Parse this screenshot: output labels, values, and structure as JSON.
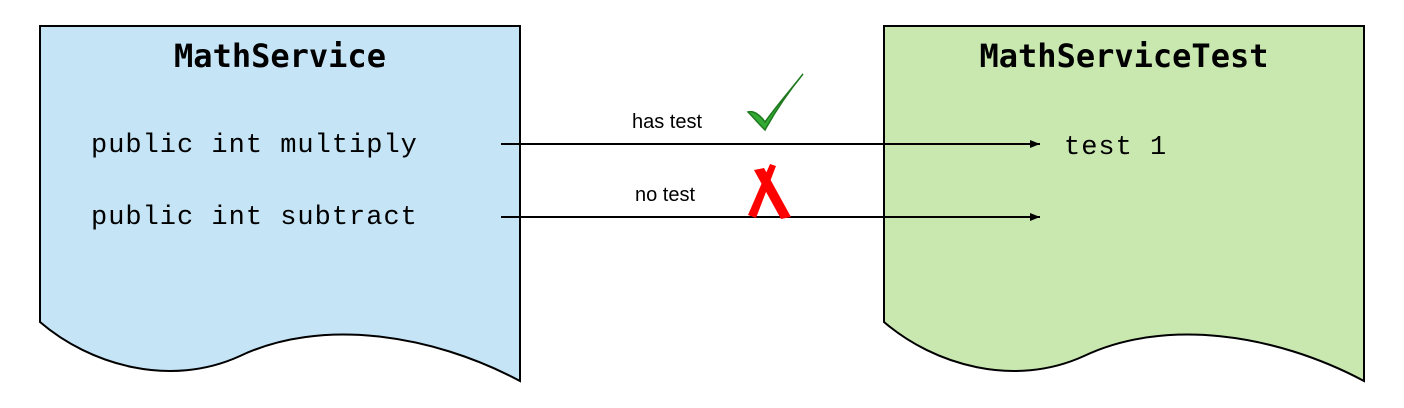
{
  "source_document": {
    "title": "MathService",
    "methods": [
      "public int multiply",
      "public int subtract"
    ]
  },
  "test_document": {
    "title": "MathServiceTest",
    "tests": [
      "test 1"
    ]
  },
  "connections": [
    {
      "label": "has test",
      "status": "check-mark-icon",
      "color": "#33aa33"
    },
    {
      "label": "no test",
      "status": "cross-mark-icon",
      "color": "#ff0000"
    }
  ],
  "colors": {
    "source_fill": "#c5e4f6",
    "test_fill": "#c9e8b0",
    "stroke": "#000000"
  }
}
